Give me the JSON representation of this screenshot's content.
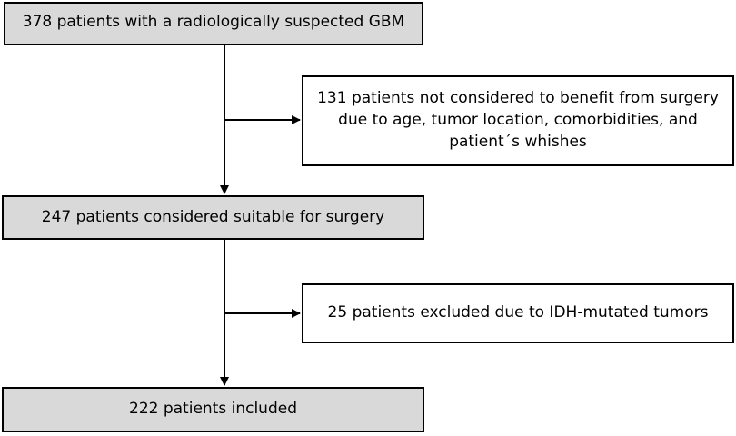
{
  "boxes": {
    "screened": {
      "text": "378 patients with a radiologically suspected GBM",
      "fill": "#d9d9d9"
    },
    "exclusion_1": {
      "lines": [
        "131 patients not considered to benefit from surgery",
        "due to age, tumor location, comorbidities, and",
        "patient´s whishes"
      ],
      "fill": "#ffffff"
    },
    "suitable": {
      "text": "247 patients considered suitable for surgery",
      "fill": "#d9d9d9"
    },
    "exclusion_2": {
      "text": "25 patients excluded due to IDH-mutated tumors",
      "fill": "#ffffff"
    },
    "included": {
      "text": "222 patients included",
      "fill": "#d9d9d9"
    }
  },
  "colors": {
    "stroke": "#000000",
    "step_fill": "#d9d9d9",
    "exclusion_fill": "#ffffff"
  }
}
